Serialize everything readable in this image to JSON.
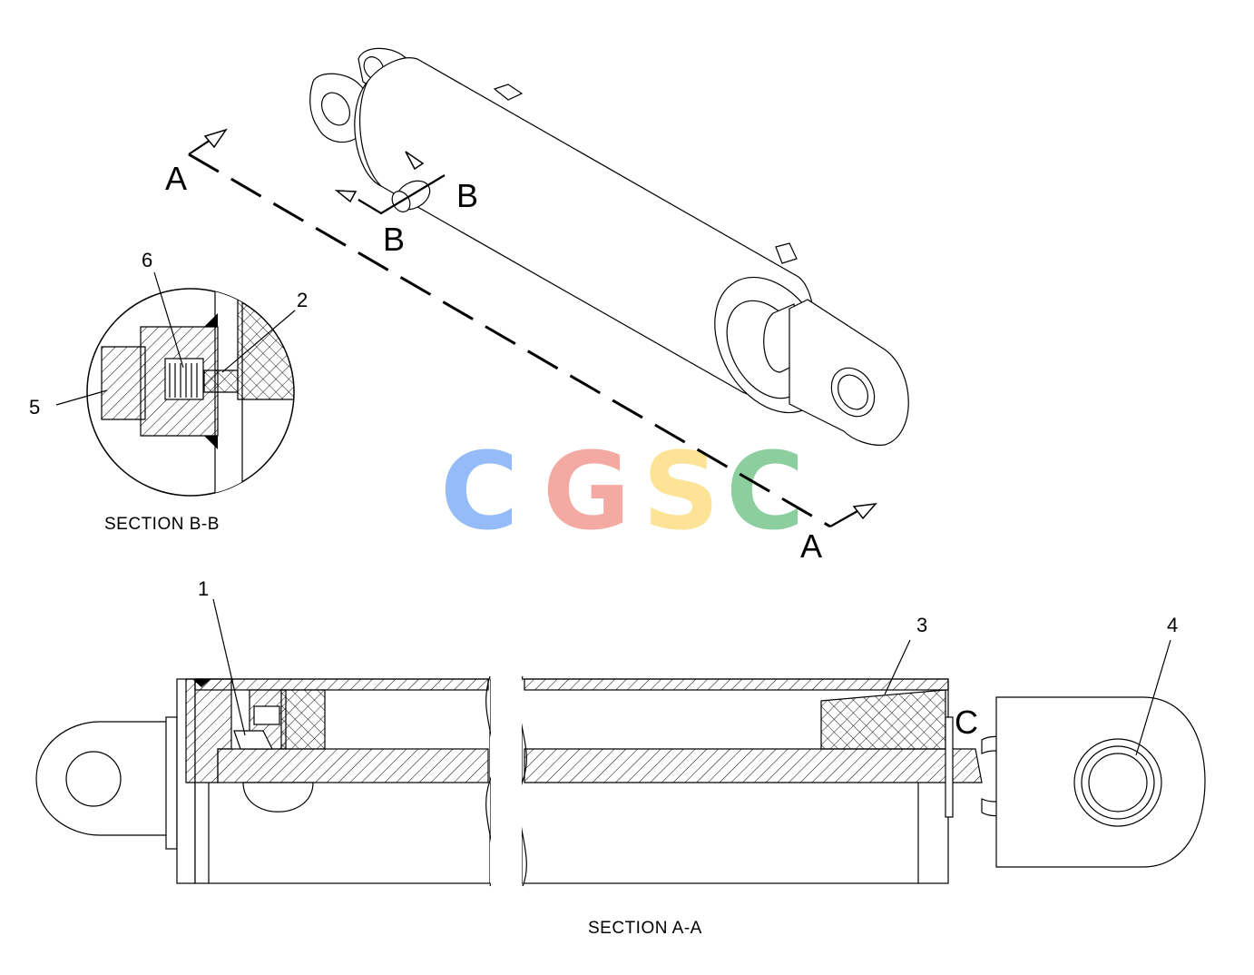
{
  "view_labels": {
    "section_a_marker_top": "A",
    "section_a_marker_bottom": "A",
    "section_b_marker_1": "B",
    "section_b_marker_2": "B",
    "detail_c": "C"
  },
  "captions": {
    "section_bb": "SECTION B-B",
    "section_aa": "SECTION A-A"
  },
  "callouts": {
    "item_1": "1",
    "item_2": "2",
    "item_3": "3",
    "item_4": "4",
    "item_5": "5",
    "item_6": "6"
  },
  "watermark": {
    "letters": [
      "C",
      "G",
      "S",
      "C"
    ],
    "colors": [
      "#8ab4f8",
      "#f4a09a",
      "#fce08a",
      "#81c995"
    ]
  }
}
